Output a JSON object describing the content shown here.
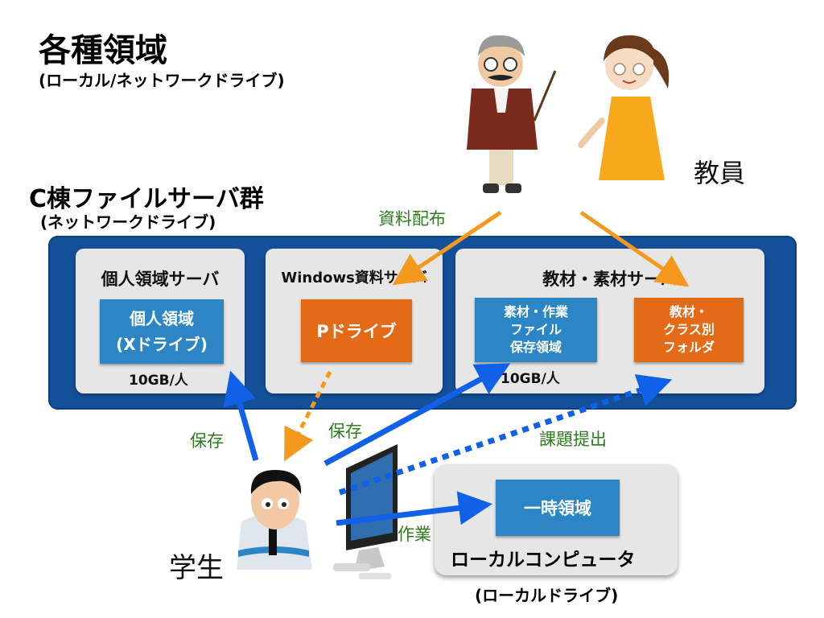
{
  "heading": {
    "title": "各種領域",
    "subtitle": "(ローカル/ネットワークドライブ)"
  },
  "server_group": {
    "title": "C棟ファイルサーバ群",
    "subtitle": "(ネットワークドライブ)"
  },
  "servers": {
    "personal": {
      "title": "個人領域サーバ",
      "box_line1": "個人領域",
      "box_line2": "(Xドライブ)",
      "quota": "10GB/人"
    },
    "windows": {
      "title": "Windows資料サーバ",
      "box": "Pドライブ"
    },
    "materials": {
      "title": "教材・素材サーバ",
      "box1_lines": [
        "素材・作業",
        "ファイル",
        "保存領域"
      ],
      "box2_lines": [
        "教材・",
        "クラス別",
        "フォルダ"
      ],
      "quota": "10GB/人"
    }
  },
  "roles": {
    "teacher": "教員",
    "student": "学生"
  },
  "arrow_labels": {
    "distribute": "資料配布",
    "save_left": "保存",
    "save_mid": "保存",
    "submit": "課題提出",
    "work": "作業"
  },
  "local": {
    "box": "一時領域",
    "title": "ローカルコンピュータ",
    "subtitle": "(ローカルドライブ)"
  },
  "colors": {
    "panel": "#14509a",
    "blue_box": "#2c86c6",
    "orange_box": "#e36a16",
    "arrow_orange": "#f39a1e",
    "arrow_blue": "#1060e8",
    "label_green": "#2d7d1c"
  },
  "icons": [
    "teacher-male-illustration",
    "teacher-female-illustration",
    "student-illustration",
    "desktop-computer-illustration"
  ]
}
